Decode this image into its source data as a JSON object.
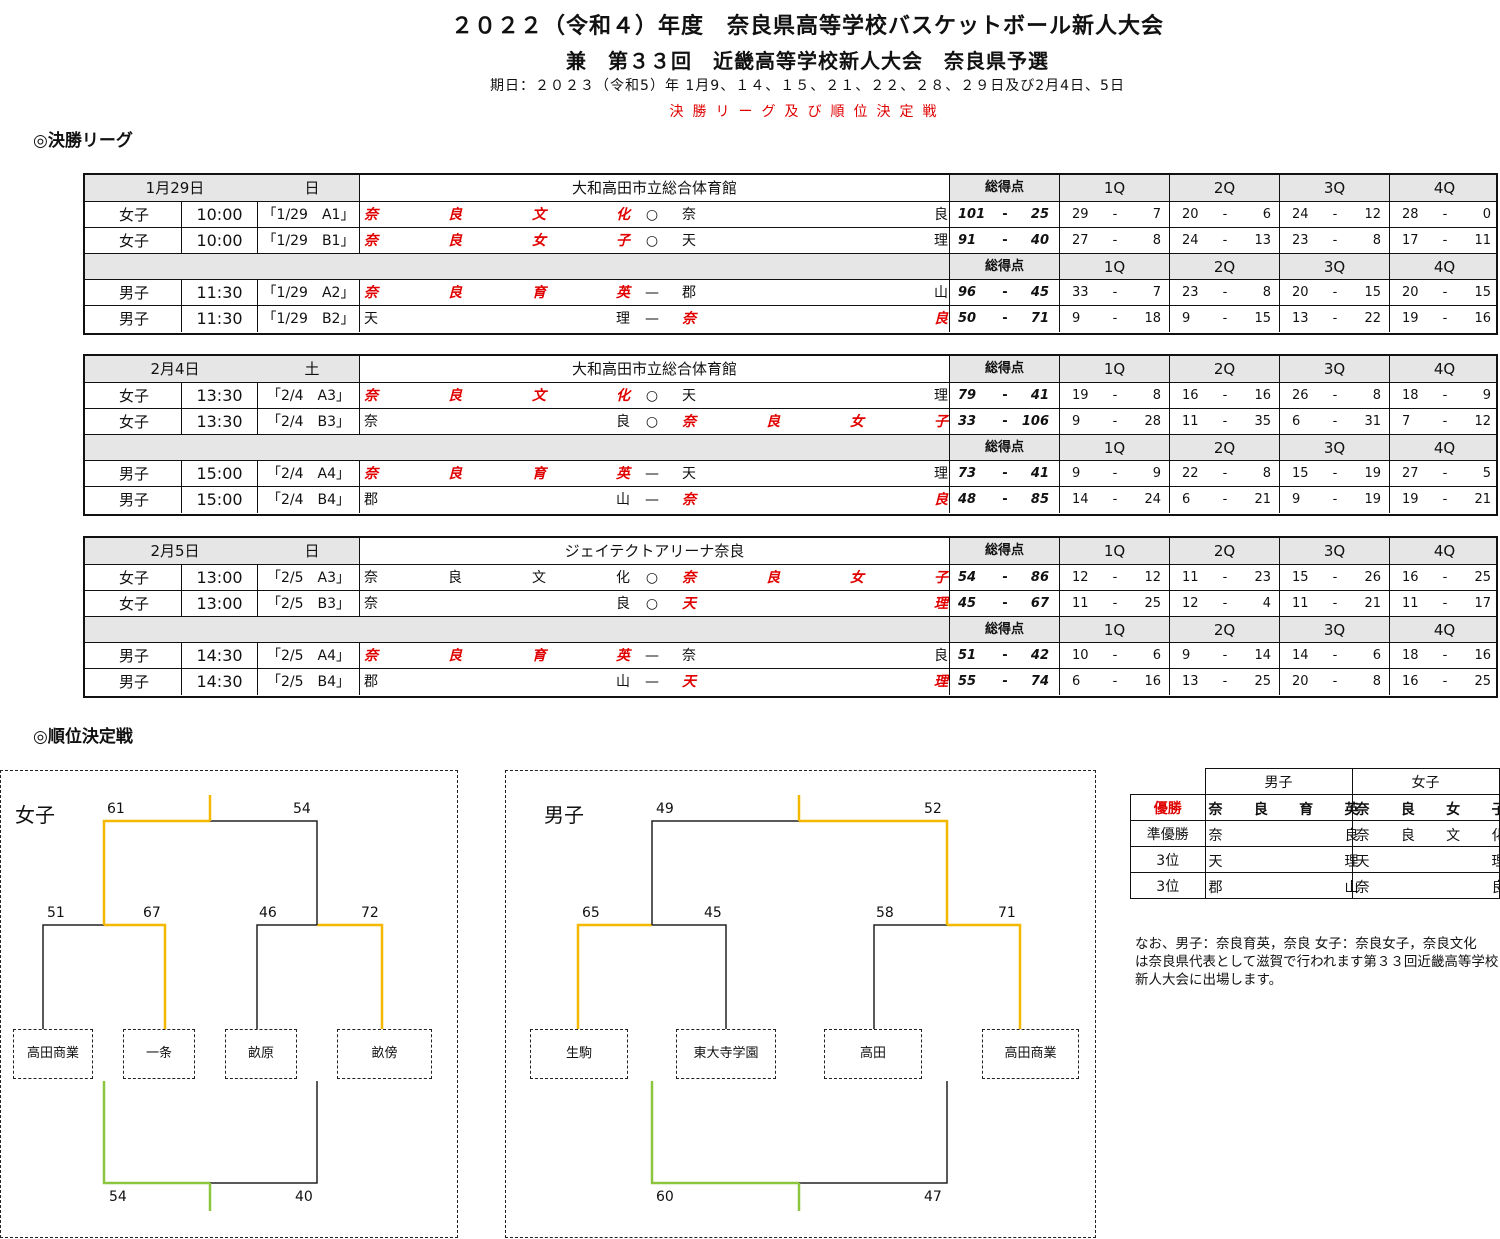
{
  "header": {
    "title": "２０２２（令和４）年度　奈良県高等学校バスケットボール新人大会",
    "subtitle": "兼　第３３回　近畿高等学校新人大会　奈良県予選",
    "period": "期日：２０２３（令和5）年 1月9、１４、１５、２１、２２、２８、２９日及び2月4日、5日",
    "stage": "決勝リーグ及び順位決定戦"
  },
  "sections": {
    "league": "◎決勝リーグ",
    "placement": "◎順位決定戦"
  },
  "labels": {
    "total": "総得点",
    "q1": "1Q",
    "q2": "2Q",
    "q3": "3Q",
    "q4": "4Q",
    "dash": "-",
    "long_dash": "—"
  },
  "days": [
    {
      "date": "1月29日",
      "weekday": "日",
      "venue": "大和高田市立総合体育館",
      "games": [
        {
          "cat": "女子",
          "time": "10:00",
          "code": "「1/29　A1」",
          "team1": "奈良文化",
          "team1_red": true,
          "mark": "○",
          "team2": "奈良",
          "team2_red": false,
          "score1": "101",
          "score2": "25",
          "q": [
            [
              "29",
              "7"
            ],
            [
              "20",
              "6"
            ],
            [
              "24",
              "12"
            ],
            [
              "28",
              "0"
            ]
          ]
        },
        {
          "cat": "女子",
          "time": "10:00",
          "code": "「1/29　B1」",
          "team1": "奈良女子",
          "team1_red": true,
          "mark": "○",
          "team2": "天理",
          "team2_red": false,
          "score1": "91",
          "score2": "40",
          "q": [
            [
              "27",
              "8"
            ],
            [
              "24",
              "13"
            ],
            [
              "23",
              "8"
            ],
            [
              "17",
              "11"
            ]
          ]
        },
        {
          "cat": "男子",
          "time": "11:30",
          "code": "「1/29　A2」",
          "team1": "奈良育英",
          "team1_red": true,
          "mark": "—",
          "team2": "郡山",
          "team2_red": false,
          "score1": "96",
          "score2": "45",
          "q": [
            [
              "33",
              "7"
            ],
            [
              "23",
              "8"
            ],
            [
              "20",
              "15"
            ],
            [
              "20",
              "15"
            ]
          ]
        },
        {
          "cat": "男子",
          "time": "11:30",
          "code": "「1/29　B2」",
          "team1": "天理",
          "team1_red": false,
          "mark": "—",
          "team2": "奈良",
          "team2_red": true,
          "score1": "50",
          "score2": "71",
          "q": [
            [
              "9",
              "18"
            ],
            [
              "9",
              "15"
            ],
            [
              "13",
              "22"
            ],
            [
              "19",
              "16"
            ]
          ]
        }
      ]
    },
    {
      "date": "2月4日",
      "weekday": "土",
      "venue": "大和高田市立総合体育館",
      "games": [
        {
          "cat": "女子",
          "time": "13:30",
          "code": "「2/4　A3」",
          "team1": "奈良文化",
          "team1_red": true,
          "mark": "○",
          "team2": "天理",
          "team2_red": false,
          "score1": "79",
          "score2": "41",
          "q": [
            [
              "19",
              "8"
            ],
            [
              "16",
              "16"
            ],
            [
              "26",
              "8"
            ],
            [
              "18",
              "9"
            ]
          ]
        },
        {
          "cat": "女子",
          "time": "13:30",
          "code": "「2/4　B3」",
          "team1": "奈良",
          "team1_red": false,
          "mark": "○",
          "team2": "奈良女子",
          "team2_red": true,
          "score1": "33",
          "score2": "106",
          "q": [
            [
              "9",
              "28"
            ],
            [
              "11",
              "35"
            ],
            [
              "6",
              "31"
            ],
            [
              "7",
              "12"
            ]
          ]
        },
        {
          "cat": "男子",
          "time": "15:00",
          "code": "「2/4　A4」",
          "team1": "奈良育英",
          "team1_red": true,
          "mark": "—",
          "team2": "天理",
          "team2_red": false,
          "score1": "73",
          "score2": "41",
          "q": [
            [
              "9",
              "9"
            ],
            [
              "22",
              "8"
            ],
            [
              "15",
              "19"
            ],
            [
              "27",
              "5"
            ]
          ]
        },
        {
          "cat": "男子",
          "time": "15:00",
          "code": "「2/4　B4」",
          "team1": "郡山",
          "team1_red": false,
          "mark": "—",
          "team2": "奈良",
          "team2_red": true,
          "score1": "48",
          "score2": "85",
          "q": [
            [
              "14",
              "24"
            ],
            [
              "6",
              "21"
            ],
            [
              "9",
              "19"
            ],
            [
              "19",
              "21"
            ]
          ]
        }
      ]
    },
    {
      "date": "2月5日",
      "weekday": "日",
      "venue": "ジェイテクトアリーナ奈良",
      "games": [
        {
          "cat": "女子",
          "time": "13:00",
          "code": "「2/5　A3」",
          "team1": "奈良文化",
          "team1_red": false,
          "mark": "○",
          "team2": "奈良女子",
          "team2_red": true,
          "score1": "54",
          "score2": "86",
          "q": [
            [
              "12",
              "12"
            ],
            [
              "11",
              "23"
            ],
            [
              "15",
              "26"
            ],
            [
              "16",
              "25"
            ]
          ]
        },
        {
          "cat": "女子",
          "time": "13:00",
          "code": "「2/5　B3」",
          "team1": "奈良",
          "team1_red": false,
          "mark": "○",
          "team2": "天理",
          "team2_red": true,
          "score1": "45",
          "score2": "67",
          "q": [
            [
              "11",
              "25"
            ],
            [
              "12",
              "4"
            ],
            [
              "11",
              "21"
            ],
            [
              "11",
              "17"
            ]
          ]
        },
        {
          "cat": "男子",
          "time": "14:30",
          "code": "「2/5　A4」",
          "team1": "奈良育英",
          "team1_red": true,
          "mark": "—",
          "team2": "奈良",
          "team2_red": false,
          "score1": "51",
          "score2": "42",
          "q": [
            [
              "10",
              "6"
            ],
            [
              "9",
              "14"
            ],
            [
              "14",
              "6"
            ],
            [
              "18",
              "16"
            ]
          ]
        },
        {
          "cat": "男子",
          "time": "14:30",
          "code": "「2/5　B4」",
          "team1": "郡山",
          "team1_red": false,
          "mark": "—",
          "team2": "天理",
          "team2_red": true,
          "score1": "55",
          "score2": "74",
          "q": [
            [
              "6",
              "16"
            ],
            [
              "13",
              "25"
            ],
            [
              "20",
              "8"
            ],
            [
              "16",
              "25"
            ]
          ]
        }
      ]
    }
  ],
  "brackets": {
    "girls": {
      "title": "女子",
      "final": [
        "61",
        "54"
      ],
      "semi": [
        "51",
        "67",
        "46",
        "72"
      ],
      "teams": [
        "高田商業",
        "一条",
        "畝原",
        "畝傍"
      ],
      "bottom": [
        "54",
        "40"
      ]
    },
    "boys": {
      "title": "男子",
      "final": [
        "49",
        "52"
      ],
      "semi": [
        "65",
        "45",
        "58",
        "71"
      ],
      "teams": [
        "生駒",
        "東大寺学園",
        "高田",
        "高田商業"
      ],
      "bottom": [
        "60",
        "47"
      ]
    },
    "colors": {
      "win": "#f5b800",
      "third": "#8cc63f",
      "line": "#222222"
    }
  },
  "ranking": {
    "headers": [
      "男子",
      "女子"
    ],
    "rows": [
      {
        "label": "優勝",
        "boys": "奈良育英",
        "girls": "奈良女子",
        "highlight": true
      },
      {
        "label": "準優勝",
        "boys": "奈良",
        "girls": "奈良文化",
        "highlight": false
      },
      {
        "label": "3位",
        "boys": "天理",
        "girls": "天理",
        "highlight": false
      },
      {
        "label": "3位",
        "boys": "郡山",
        "girls": "奈良",
        "highlight": false
      }
    ]
  },
  "note": "なお、男子：奈良育英，奈良 女子：奈良女子，奈良文化　は奈良県代表として滋賀で行われます第３３回近畿高等学校新人大会に出場します。"
}
